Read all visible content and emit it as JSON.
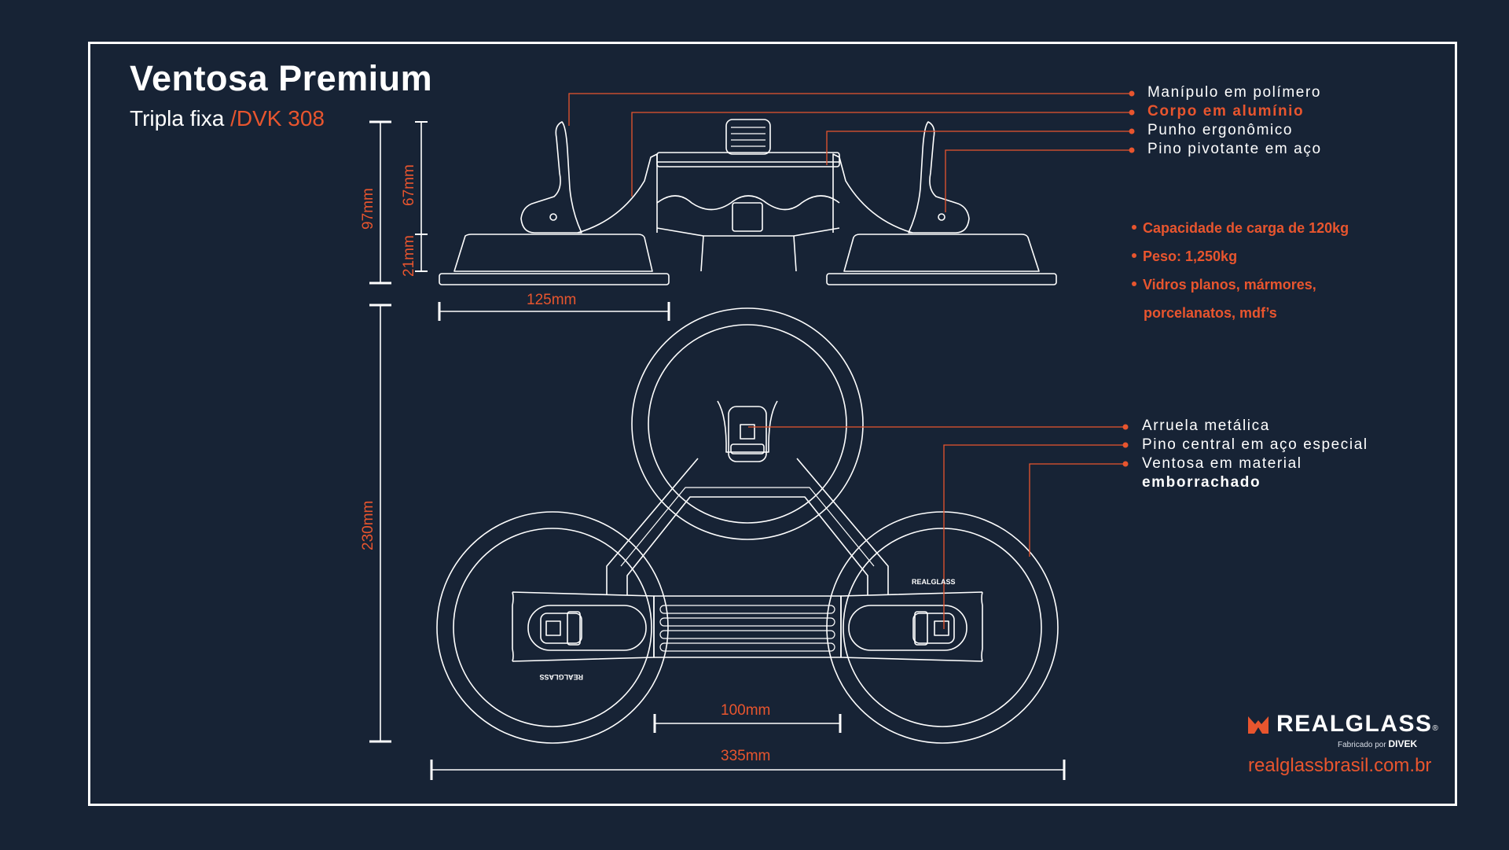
{
  "title": "Ventosa Premium",
  "subtitle": {
    "prefix": "Tripla fixa",
    "code": "/DVK 308"
  },
  "callouts_top": [
    {
      "label": "Manípulo em polímero"
    },
    {
      "label": "Corpo em alumínio"
    },
    {
      "label": "Punho ergonômico"
    },
    {
      "label": "Pino pivotante em aço"
    }
  ],
  "specs": [
    "Capacidade de carga de 120kg",
    "Peso: 1,250kg",
    "Vidros planos, mármores,",
    "porcelanatos, mdf’s"
  ],
  "callouts_bottom": [
    {
      "label": "Arruela metálica"
    },
    {
      "label": "Pino central em aço especial"
    },
    {
      "label": "Ventosa em material",
      "label2": "emborrachado"
    }
  ],
  "dimensions": {
    "height_total": "97mm",
    "height_upper": "67mm",
    "height_lower": "21mm",
    "cup_width": "125mm",
    "depth_total": "230mm",
    "handle_span": "100mm",
    "total_width": "335mm"
  },
  "brand": {
    "name": "REALGLASS",
    "registered": "®",
    "made_by": "Fabricado por",
    "maker": "DIVEK",
    "website": "realglassbrasil.com.br",
    "cup_mark": "REALGLASS"
  },
  "colors": {
    "background": "#172335",
    "accent": "#e8552e",
    "line": "#ffffff"
  }
}
